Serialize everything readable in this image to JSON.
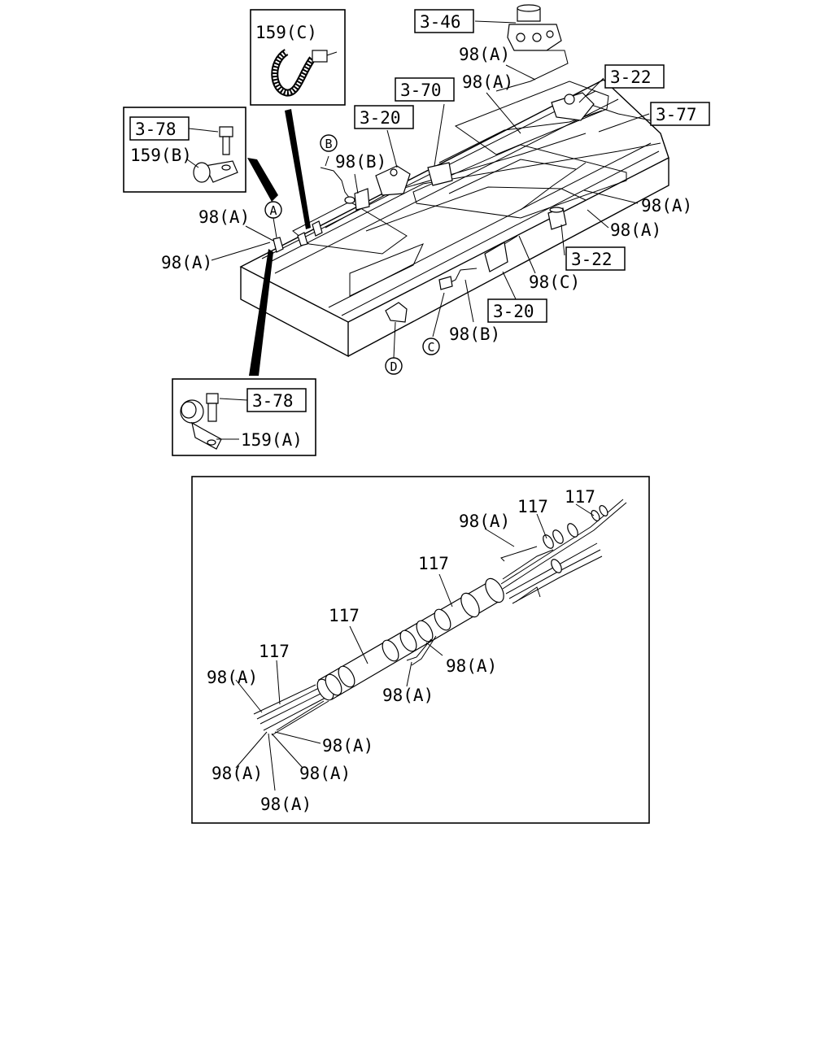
{
  "refs": {
    "r346": "3-46",
    "r370": "3-70",
    "r320a": "3-20",
    "r322a": "3-22",
    "r377": "3-77",
    "r378a": "3-78",
    "r378b": "3-78",
    "r322b": "3-22",
    "r320b": "3-20"
  },
  "labels": {
    "l159c": "159(C)",
    "l159b": "159(B)",
    "l159a": "159(A)",
    "l98a_top1": "98(A)",
    "l98a_top2": "98(A)",
    "l98b_top": "98(B)",
    "l98a_r1": "98(A)",
    "l98a_r2": "98(A)",
    "l98a_l1": "98(A)",
    "l98a_l2": "98(A)",
    "l98c": "98(C)",
    "l98b_bot": "98(B)"
  },
  "circles": {
    "A": "A",
    "B": "B",
    "C": "C",
    "D": "D"
  },
  "detail": {
    "c117_1": "117",
    "c117_2": "117",
    "c117_3": "117",
    "c117_4": "117",
    "c117_5": "117",
    "h98a_1": "98(A)",
    "h98a_2": "98(A)",
    "h98a_3": "98(A)",
    "h98a_4": "98(A)",
    "h98a_5": "98(A)",
    "h98a_6": "98(A)",
    "h98a_7": "98(A)",
    "h98a_8": "98(A)"
  }
}
